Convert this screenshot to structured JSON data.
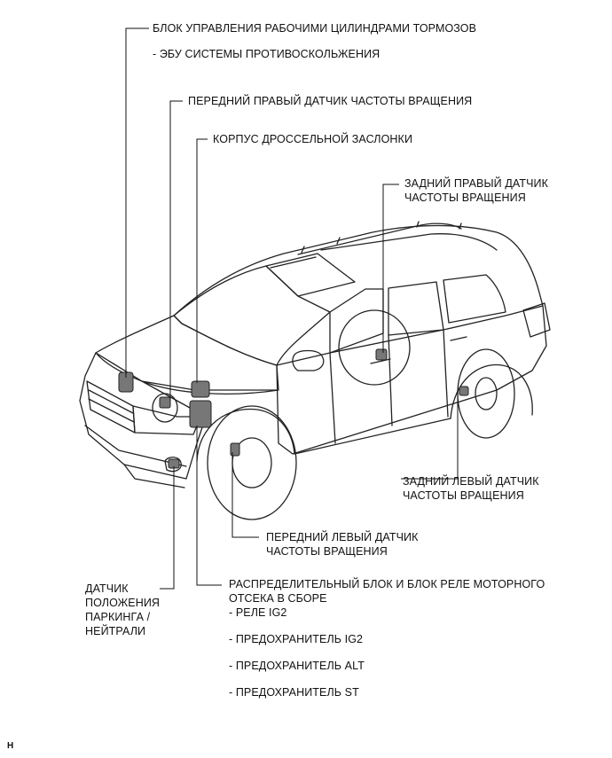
{
  "labels": {
    "brake_actuator": {
      "title": "БЛОК УПРАВЛЕНИЯ РАБОЧИМИ ЦИЛИНДРАМИ ТОРМОЗОВ",
      "sub": "- ЭБУ СИСТЕМЫ ПРОТИВОСКОЛЬЖЕНИЯ"
    },
    "front_right_sensor": "ПЕРЕДНИЙ ПРАВЫЙ ДАТЧИК ЧАСТОТЫ ВРАЩЕНИЯ",
    "throttle_body": "КОРПУС ДРОССЕЛЬНОЙ ЗАСЛОНКИ",
    "rear_right_sensor": [
      "ЗАДНИЙ ПРАВЫЙ ДАТЧИК",
      "ЧАСТОТЫ ВРАЩЕНИЯ"
    ],
    "rear_left_sensor": [
      "ЗАДНИЙ ЛЕВЫЙ ДАТЧИК",
      "ЧАСТОТЫ ВРАЩЕНИЯ"
    ],
    "front_left_sensor": [
      "ПЕРЕДНИЙ ЛЕВЫЙ ДАТЧИК",
      "ЧАСТОТЫ ВРАЩЕНИЯ"
    ],
    "park_neutral_switch": [
      "ДАТЧИК",
      "ПОЛОЖЕНИЯ",
      "ПАРКИНГА /",
      "НЕЙТРАЛИ"
    ],
    "relay_block": {
      "title": [
        "РАСПРЕДЕЛИТЕЛЬНЫЙ БЛОК И БЛОК РЕЛЕ МОТОРНОГО",
        "ОТСЕКА В СБОРЕ"
      ],
      "items": [
        "- РЕЛЕ IG2",
        "- ПРЕДОХРАНИТЕЛЬ IG2",
        "- ПРЕДОХРАНИТЕЛЬ ALT",
        "- ПРЕДОХРАНИТЕЛЬ ST"
      ]
    }
  },
  "corner_code": "H"
}
